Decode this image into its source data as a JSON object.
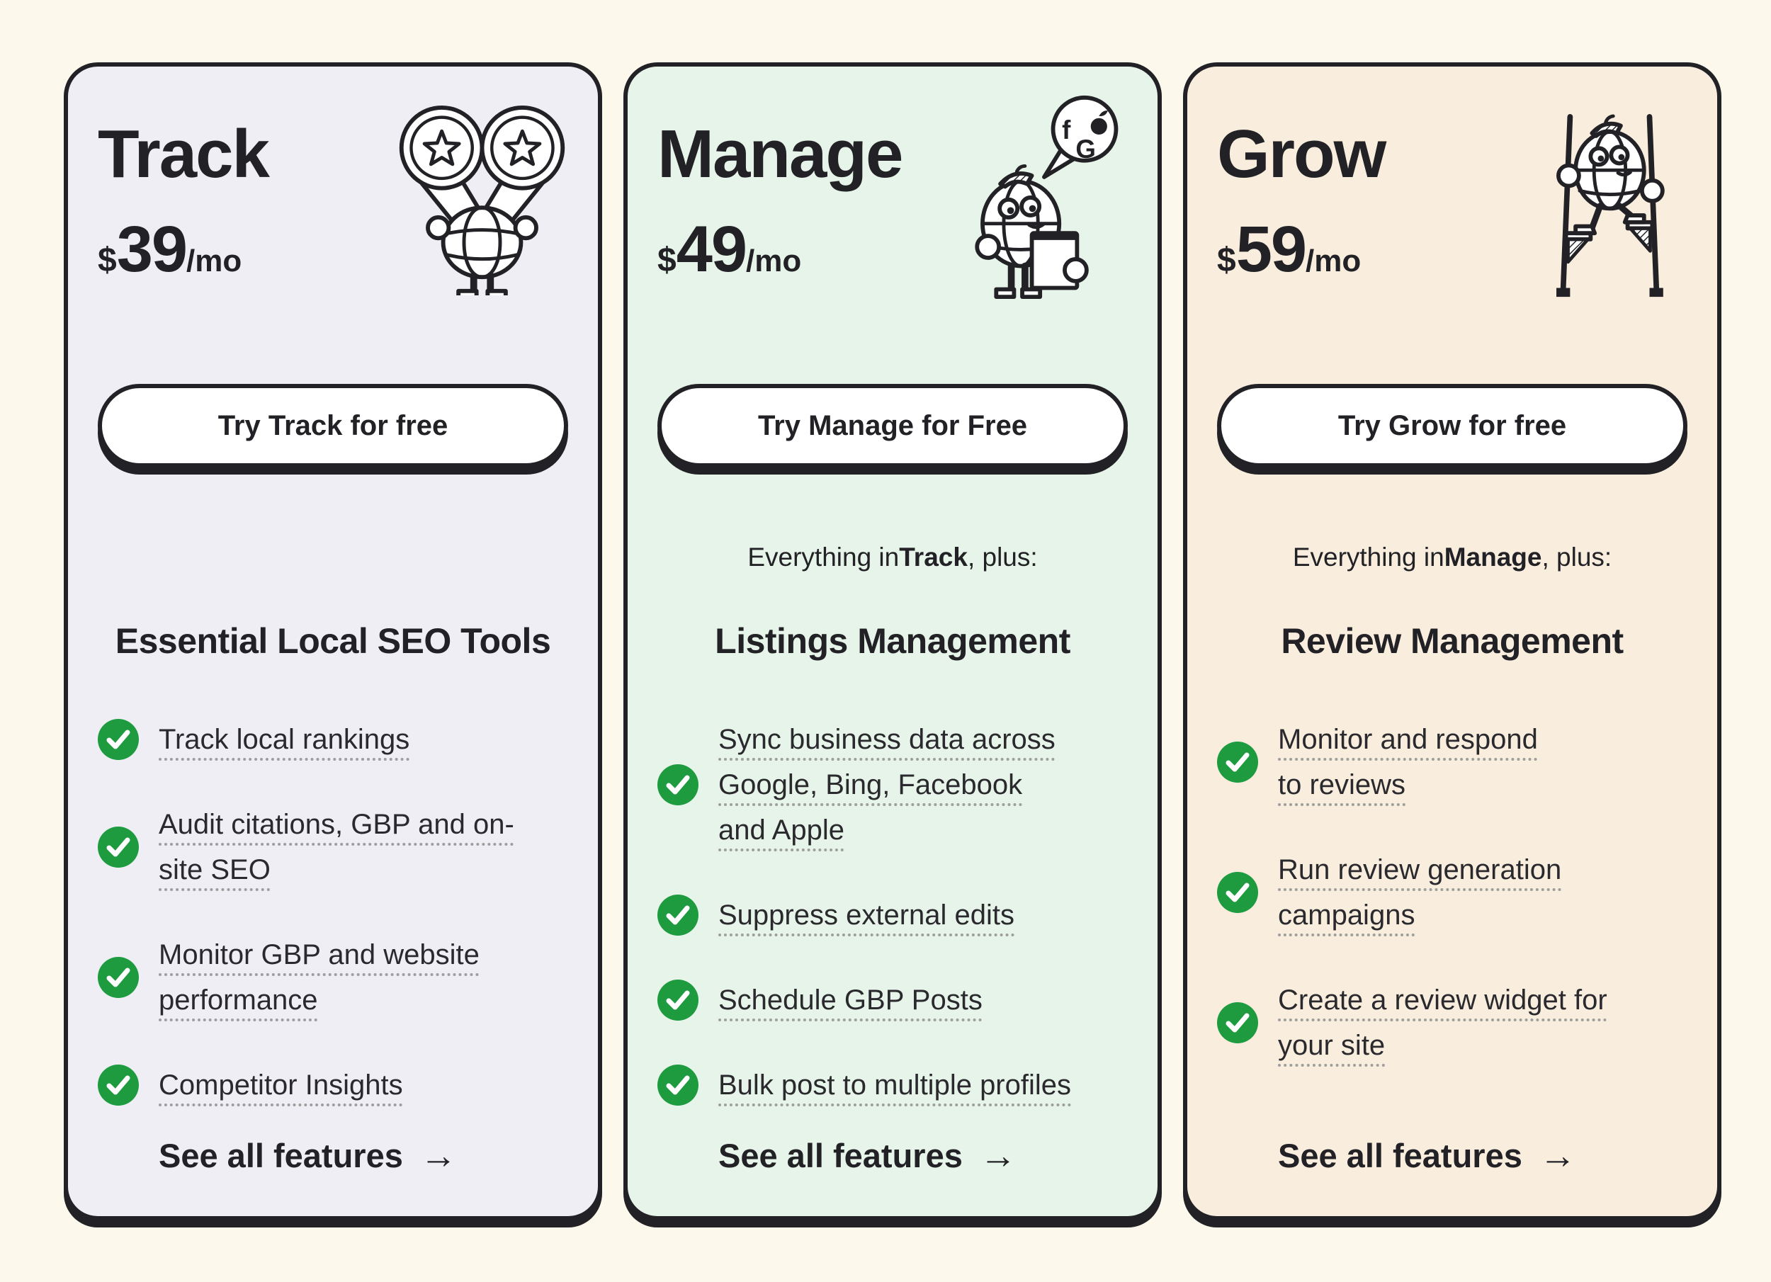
{
  "theme": {
    "page_background": "#FDF8EC",
    "ink": "#222226",
    "check_green": "#1D9B3E",
    "dot_underline": "#9E9E9E",
    "button_background": "#FFFFFF"
  },
  "cards": [
    {
      "title": "Track",
      "currency": "$",
      "price": "39",
      "period": "/mo",
      "mascot_icon": "globe-with-binoculars-mascot",
      "cta": "Try Track for free",
      "note_prefix": "",
      "note_bold": "",
      "note_suffix": "",
      "section_title": "Essential Local SEO Tools",
      "features": [
        "Track local rankings",
        "Audit citations, GBP and on-\nsite SEO",
        "Monitor GBP and website\nperformance",
        "Competitor Insights"
      ],
      "see_all": "See all features",
      "see_all_arrow": "→",
      "colors": {
        "background": "#EFEEF4"
      }
    },
    {
      "title": "Manage",
      "currency": "$",
      "price": "49",
      "period": "/mo",
      "mascot_icon": "globe-with-clipboard-mascot",
      "mascot_bubble": {
        "facebook": "f",
        "google": "G"
      },
      "cta": "Try Manage for Free",
      "note_prefix": "Everything in ",
      "note_bold": "Track",
      "note_suffix": ", plus:",
      "section_title": "Listings Management",
      "features": [
        "Sync business data across\nGoogle, Bing, Facebook\nand Apple",
        "Suppress external edits",
        "Schedule GBP Posts",
        "Bulk post to multiple profiles"
      ],
      "see_all": "See all features",
      "see_all_arrow": "→",
      "colors": {
        "background": "#E7F4E9"
      }
    },
    {
      "title": "Grow",
      "currency": "$",
      "price": "59",
      "period": "/mo",
      "mascot_icon": "globe-on-stilts-mascot",
      "cta": "Try Grow for free",
      "note_prefix": "Everything in ",
      "note_bold": "Manage",
      "note_suffix": ", plus:",
      "section_title": "Review Management",
      "features": [
        "Monitor and respond\nto reviews",
        "Run review generation\ncampaigns",
        "Create a review widget for\nyour site"
      ],
      "see_all": "See all features",
      "see_all_arrow": "→",
      "colors": {
        "background": "#F9EDDE"
      }
    }
  ]
}
